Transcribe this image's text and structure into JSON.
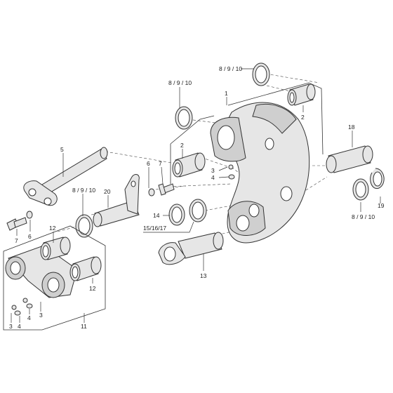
{
  "callouts": {
    "c_8910_top": "8 / 9 / 10",
    "c_1": "1",
    "c_8910_left": "8 / 9 / 10",
    "c_2_right": "2",
    "c_2_mid": "2",
    "c_18": "18",
    "c_3_mid": "3",
    "c_4_mid": "4",
    "c_5": "5",
    "c_6_mid": "6",
    "c_7_mid": "7",
    "c_8910_mid": "8 / 9 / 10",
    "c_20": "20",
    "c_14": "14",
    "c_151617": "15/16/17",
    "c_19": "19",
    "c_8910_right": "8 / 9 / 10",
    "c_7_left": "7",
    "c_6_left": "6",
    "c_12_top": "12",
    "c_12_bottom": "12",
    "c_13": "13",
    "c_3_left": "3",
    "c_4_left": "4",
    "c_4_right": "4",
    "c_3_right": "3",
    "c_11": "11"
  }
}
